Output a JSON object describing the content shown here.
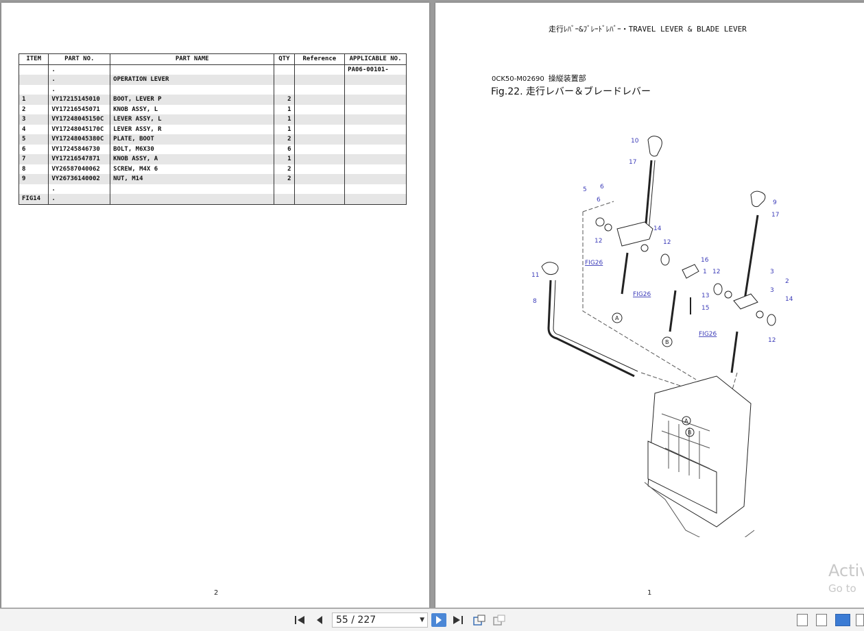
{
  "left_page": {
    "columns": [
      "ITEM",
      "PART NO.",
      "PART NAME",
      "QTY",
      "Reference",
      "APPLICABLE NO."
    ],
    "rows": [
      [
        "",
        ".",
        "",
        "",
        "",
        "PA06-00101-"
      ],
      [
        "",
        ".",
        "OPERATION LEVER",
        "",
        "",
        ""
      ],
      [
        "",
        ".",
        "",
        "",
        "",
        ""
      ],
      [
        "1",
        "VY17215145010",
        "BOOT, LEVER P",
        "2",
        "",
        ""
      ],
      [
        "2",
        "VY17216545071",
        "KNOB ASSY, L",
        "1",
        "",
        ""
      ],
      [
        "3",
        "VY17248045150C",
        "LEVER ASSY, L",
        "1",
        "",
        ""
      ],
      [
        "4",
        "VY17248045170C",
        "LEVER ASSY, R",
        "1",
        "",
        ""
      ],
      [
        "5",
        "VY17248045380C",
        "PLATE, BOOT",
        "2",
        "",
        ""
      ],
      [
        "6",
        "VY17245846730",
        "BOLT, M6X30",
        "6",
        "",
        ""
      ],
      [
        "7",
        "VY17216547871",
        "KNOB ASSY, A",
        "1",
        "",
        ""
      ],
      [
        "8",
        "VY26587040062",
        "SCREW, M4X 6",
        "2",
        "",
        ""
      ],
      [
        "9",
        "VY26736140002",
        "NUT, M14",
        "2",
        "",
        ""
      ],
      [
        "",
        ".",
        "",
        "",
        "",
        ""
      ],
      [
        "FIG14",
        ".",
        "",
        "",
        "",
        ""
      ]
    ],
    "page_number": "2"
  },
  "right_page": {
    "header": "走行ﾚﾊﾞｰ&ﾌﾞﾚｰﾄﾞﾚﾊﾞｰ・TRAVEL LEVER & BLADE LEVER",
    "code": "0CK50-M02690",
    "code_jp": "操縦装置部",
    "fig_title": "Fig.22.  走行レバー＆ブレードレバー",
    "callouts": [
      "10",
      "17",
      "5",
      "6",
      "6",
      "14",
      "12",
      "12",
      "16",
      "1",
      "FIG26",
      "FIG26",
      "13",
      "15",
      "A",
      "B",
      "11",
      "8",
      "9",
      "17",
      "12",
      "3",
      "2",
      "3",
      "14",
      "12",
      "FIG26",
      "A",
      "B"
    ],
    "page_number": "1"
  },
  "watermark": {
    "line1": "Activ",
    "line2": "Go to"
  },
  "toolbar": {
    "page_indicator": "55 / 227",
    "first_icon": "first-page-icon",
    "prev_icon": "prev-page-icon",
    "next_icon": "next-page-icon",
    "last_icon": "last-page-icon"
  }
}
